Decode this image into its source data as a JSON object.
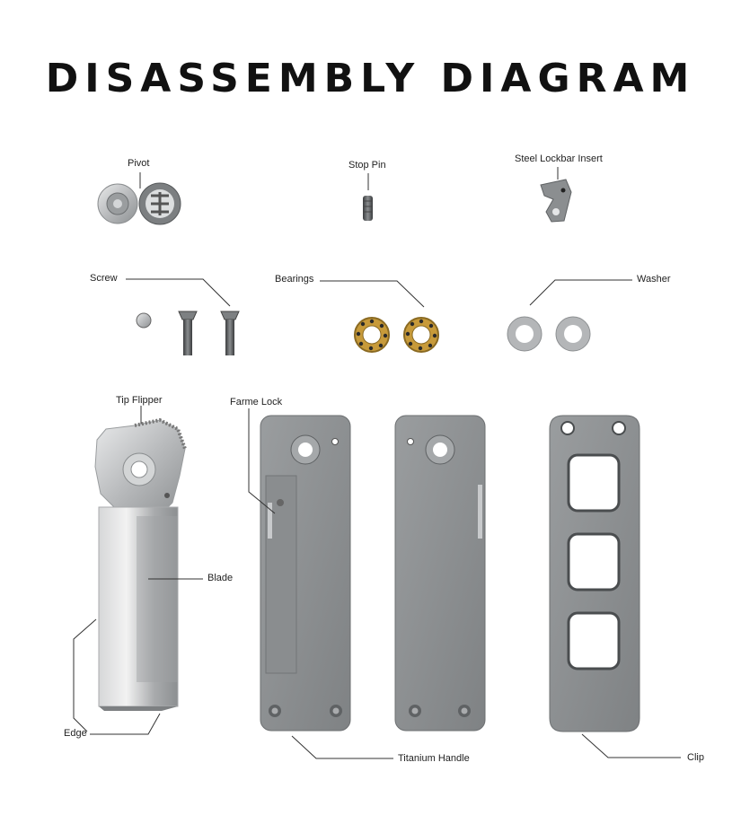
{
  "title": "DISASSEMBLY DIAGRAM",
  "labels": {
    "pivot": "Pivot",
    "stop_pin": "Stop Pin",
    "steel_lockbar_insert": "Steel Lockbar Insert",
    "screw": "Screw",
    "bearings": "Bearings",
    "washer": "Washer",
    "tip_flipper": "Tip Flipper",
    "farme_lock": "Farme Lock",
    "blade": "Blade",
    "edge": "Edge",
    "titanium_handle": "Titanium Handle",
    "clip": "Clip"
  },
  "colors": {
    "titanium": "#8f9294",
    "steel": "#c9cbcd",
    "bearing_gold": "#c79a3a",
    "leader_line": "#333333"
  }
}
